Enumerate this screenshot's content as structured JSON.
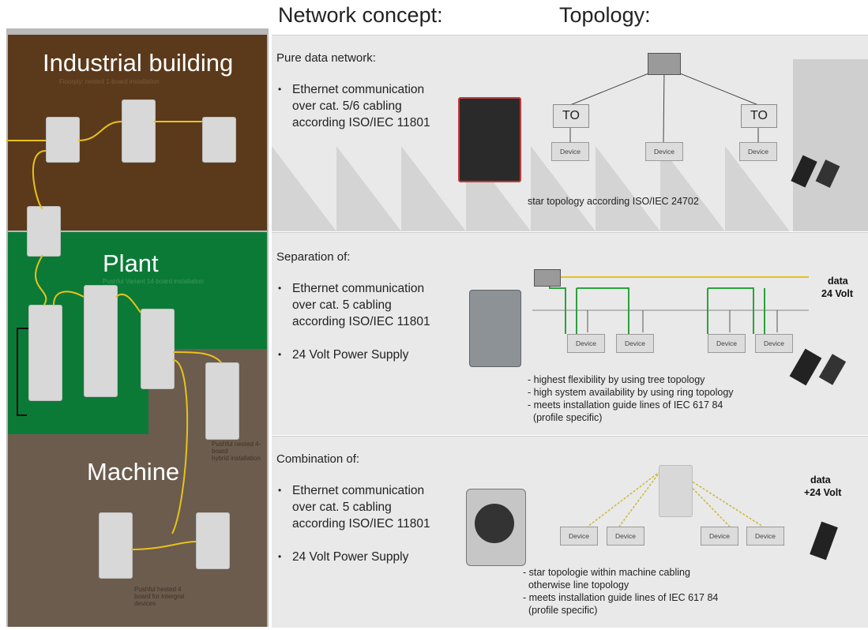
{
  "headers": {
    "network_concept": "Network concept:",
    "topology": "Topology:"
  },
  "zones": {
    "industrial": {
      "title": "Industrial building",
      "subtitle": "Floorply: nested 1-board installation"
    },
    "plant": {
      "title": "Plant",
      "subtitle": "Pushful Variant 14-board installation"
    },
    "machine": {
      "title": "Machine",
      "subtitle1": "Pushful nested 4-board",
      "subtitle2": "hybrid installation",
      "subtitle3": "Pushful hested 4",
      "subtitle4": "board for intergral",
      "subtitle5": "devices"
    }
  },
  "panels": {
    "pure": {
      "title": "Pure data network:",
      "bullet1": [
        "Ethernet communication",
        "over cat. 5/6 cabling",
        "according ISO/IEC 11801"
      ],
      "caption": "star topology according ISO/IEC 24702",
      "to_label": "TO",
      "device_label": "Device"
    },
    "separation": {
      "title": "Separation of:",
      "bullet1": [
        "Ethernet communication",
        "over cat. 5 cabling",
        "according ISO/IEC 11801"
      ],
      "bullet2": "24 Volt Power Supply",
      "notes": [
        "- highest flexibility by using tree topology",
        "- high system availability by using ring topology",
        "- meets installation guide lines of IEC 617 84",
        "  (profile specific)"
      ],
      "label_data": "data",
      "label_volt": "24 Volt",
      "device_label": "Device"
    },
    "combination": {
      "title": "Combination of:",
      "bullet1": [
        "Ethernet communication",
        "over cat. 5 cabling",
        "according ISO/IEC 11801"
      ],
      "bullet2": "24 Volt Power Supply",
      "notes": [
        "- star topologie within machine cabling",
        "  otherwise line topology",
        "- meets installation guide lines of IEC 617 84",
        "  (profile specific)"
      ],
      "label_data": "data",
      "label_volt": "+24 Volt",
      "device_label": "Device"
    }
  },
  "colors": {
    "industrial": "#5b3a1c",
    "plant": "#0c7a37",
    "machine": "#6b5c4e",
    "cable_yellow": "#e8c21a",
    "cable_green": "#2aa33a"
  }
}
